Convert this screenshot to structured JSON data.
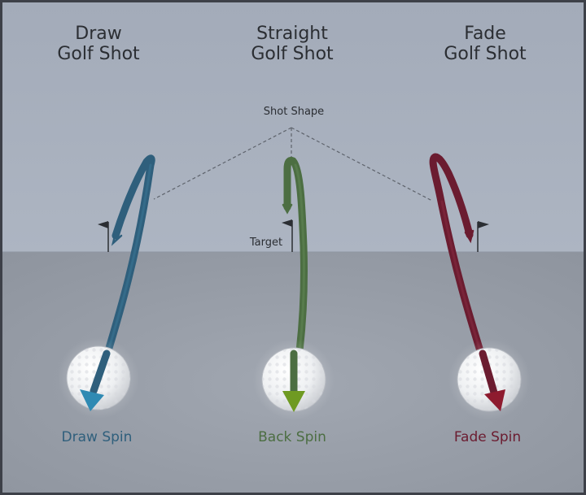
{
  "headings": {
    "draw": {
      "line1": "Draw",
      "line2": "Golf Shot"
    },
    "straight": {
      "line1": "Straight",
      "line2": "Golf Shot"
    },
    "fade": {
      "line1": "Fade",
      "line2": "Golf Shot"
    }
  },
  "labels": {
    "shot_shape": "Shot Shape",
    "target": "Target"
  },
  "spins": {
    "draw": "Draw Spin",
    "back": "Back Spin",
    "fade": "Fade Spin"
  },
  "colors": {
    "sky": "#a6aebc",
    "ground": "#9ba1ab",
    "draw": "#2f5f7c",
    "draw_arrow": "#2f8ab3",
    "straight": "#4c6e42",
    "straight_arrow": "#6f9a22",
    "fade": "#6b1c30",
    "fade_arrow": "#8e1b2f"
  }
}
